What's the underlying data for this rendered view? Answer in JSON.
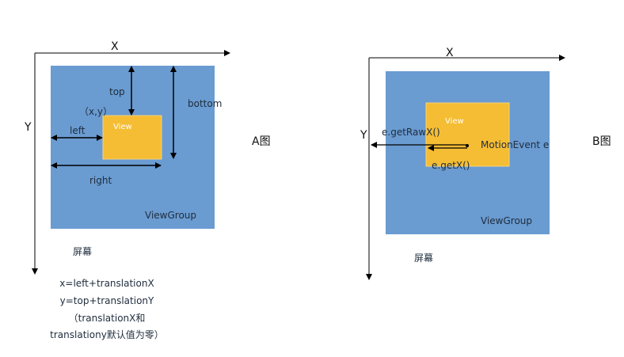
{
  "diagram_a": {
    "x_axis": "X",
    "y_axis": "Y",
    "top": "top",
    "bottom": "bottom",
    "left": "left",
    "right": "right",
    "xy": "（x,y）",
    "view": "View",
    "viewgroup": "ViewGroup",
    "caption": "A图",
    "screen": "屏幕",
    "formula": [
      "x=left+translationX",
      "y=top+translationY",
      "（translationX和",
      "translationy默认值为零）"
    ]
  },
  "diagram_b": {
    "x_axis": "X",
    "y_axis": "Y",
    "view": "View",
    "viewgroup": "ViewGroup",
    "raw_x": "e.getRawX()",
    "get_x": "e.getX()",
    "event": "MotionEvent e",
    "caption": "B图",
    "screen": "屏幕"
  },
  "colors": {
    "viewgroup": "#6a9bd1",
    "view": "#f5bd33"
  }
}
